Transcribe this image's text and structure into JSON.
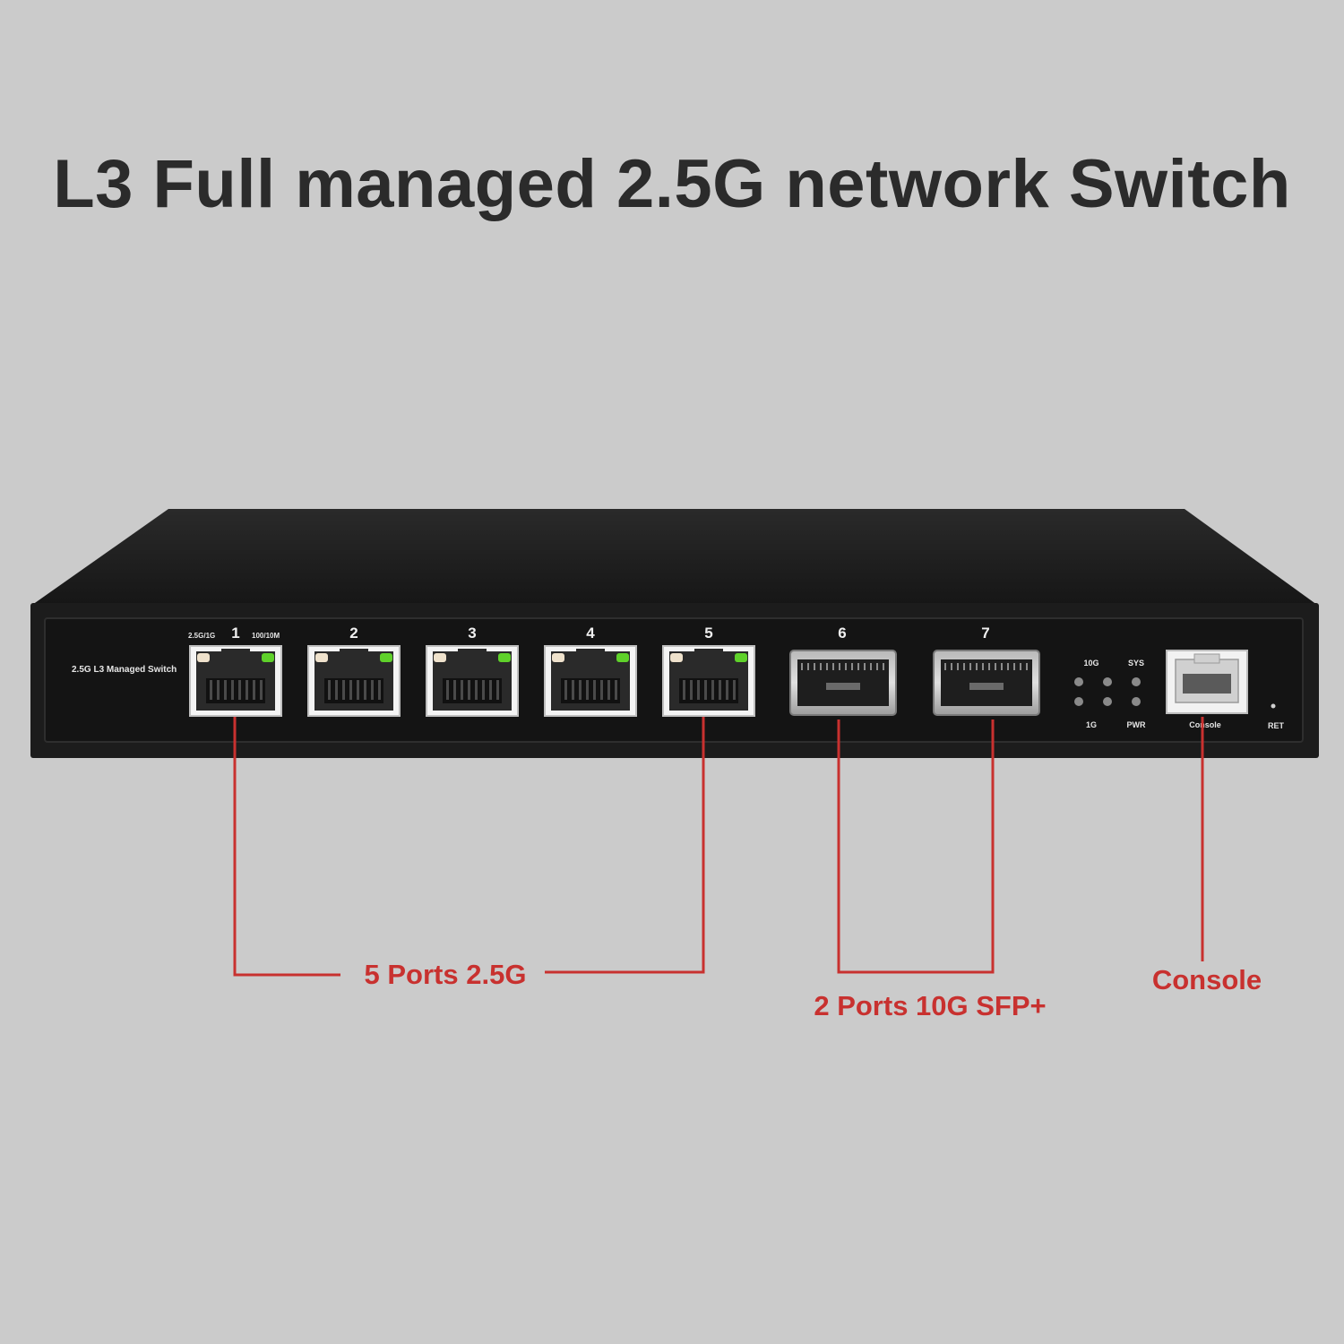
{
  "title": "L3 Full managed 2.5G network Switch",
  "panel": {
    "model_label": "2.5G  L3 Managed Switch",
    "speed_left": "2.5G/1G",
    "speed_right": "100/10M",
    "rj45_ports": [
      "1",
      "2",
      "3",
      "4",
      "5"
    ],
    "sfp_ports": [
      "6",
      "7"
    ],
    "led_labels": {
      "top_left": "10G",
      "top_right": "SYS",
      "bottom_left": "1G",
      "bottom_right": "PWR"
    },
    "console_label": "Console",
    "reset_label": "RET"
  },
  "callouts": {
    "rj45": "5 Ports 2.5G",
    "sfp": "2 Ports 10G SFP+",
    "console": "Console"
  },
  "colors": {
    "background": "#cbcbcb",
    "chassis": "#1a1a1a",
    "callout": "#c8312f",
    "led_green": "#5fd12a",
    "title": "#2b2b2b"
  }
}
